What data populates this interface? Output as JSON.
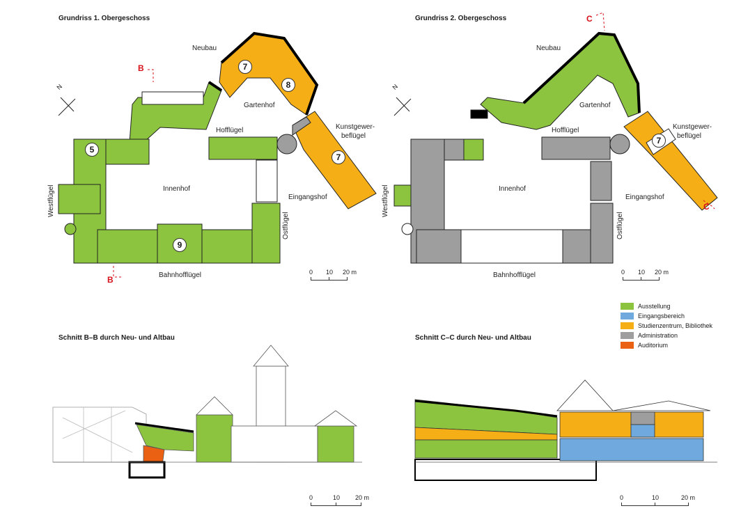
{
  "colors": {
    "ausstellung": "#8cc43f",
    "eingang": "#6fa9dd",
    "studien": "#f5ae16",
    "admin": "#9e9e9e",
    "auditorium": "#eb6114"
  },
  "panels": {
    "og1_title": "Grundriss 1. Obergeschoss",
    "og2_title": "Grundriss 2. Obergeschoss",
    "sectionB_title": "Schnitt B–B durch Neu- und Altbau",
    "sectionC_title": "Schnitt C–C durch Neu- und Altbau"
  },
  "plan1": {
    "neubau": "Neubau",
    "gartenhof": "Gartenhof",
    "hofflugel": "Hofflügel",
    "kunst1": "Kunstgewer-",
    "kunst2": "beflügel",
    "innenhof": "Innenhof",
    "westflugel": "Westflügel",
    "ostflugel": "Ostflügel",
    "eingangshof": "Eingangshof",
    "bahnhofflugel": "Bahnhofflügel",
    "n7a": "7",
    "n8": "8",
    "n5": "5",
    "n7b": "7",
    "n9": "9",
    "cut_top": "B",
    "cut_bottom": "B",
    "north": "N"
  },
  "plan2": {
    "neubau": "Neubau",
    "gartenhof": "Gartenhof",
    "hofflugel": "Hofflügel",
    "kunst1": "Kunstgewer-",
    "kunst2": "beflügel",
    "innenhof": "Innenhof",
    "westflugel": "Westflügel",
    "ostflugel": "Ostflügel",
    "eingangshof": "Eingangshof",
    "bahnhofflugel": "Bahnhofflügel",
    "n7": "7",
    "cut_top": "C",
    "cut_bottom": "C",
    "north": "N"
  },
  "scale": {
    "t0": "0",
    "t10": "10",
    "t20": "20 m"
  },
  "legend": [
    {
      "label": "Ausstellung",
      "color": "#8cc43f"
    },
    {
      "label": "Eingangsbereich",
      "color": "#6fa9dd"
    },
    {
      "label": "Studienzentrum, Bibliothek",
      "color": "#f5ae16"
    },
    {
      "label": "Administration",
      "color": "#9e9e9e"
    },
    {
      "label": "Auditorium",
      "color": "#eb6114"
    }
  ]
}
